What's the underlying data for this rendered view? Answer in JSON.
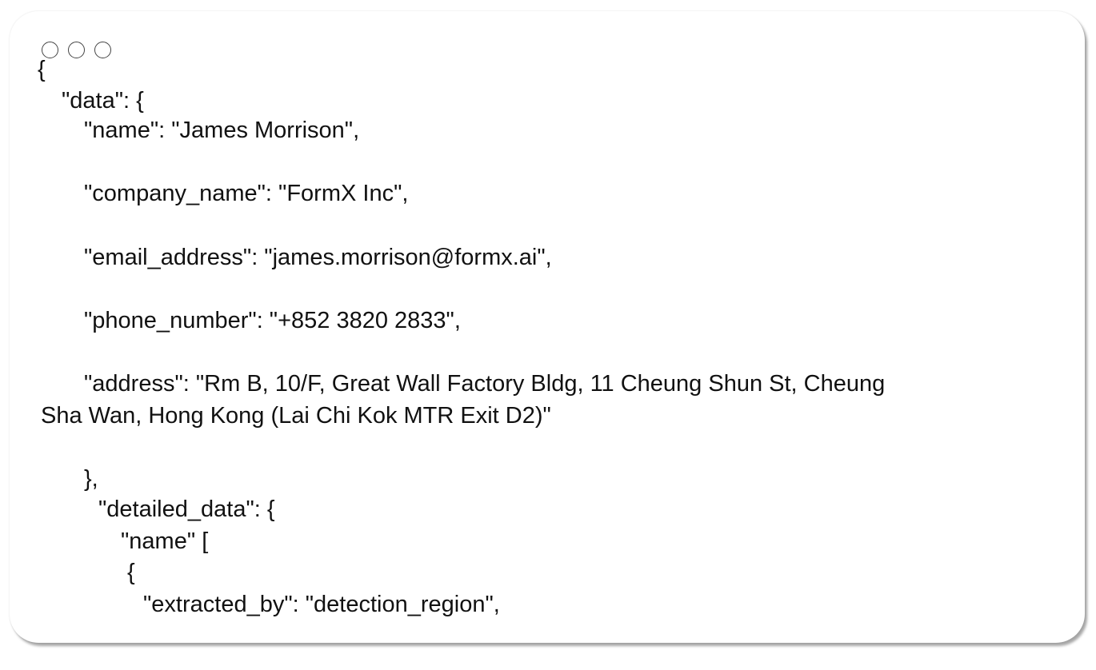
{
  "window": {
    "controls": [
      "window-control-1",
      "window-control-2",
      "window-control-3"
    ]
  },
  "code_lines": [
    "{",
    "\"data\": {",
    "\"name\": \"James Morrison\",",
    "\"company_name\": \"FormX Inc\",",
    "\"email_address\": \"james.morrison@formx.ai\",",
    "\"phone_number\": \"+852 3820 2833\",",
    "\"address\": \"Rm B, 10/F, Great Wall Factory Bldg, 11 Cheung Shun St, Cheung",
    "Sha Wan, Hong Kong (Lai Chi Kok MTR Exit D2)\"",
    "},",
    "\"detailed_data\": {",
    "\"name\" [",
    "{",
    "\"extracted_by\": \"detection_region\","
  ]
}
